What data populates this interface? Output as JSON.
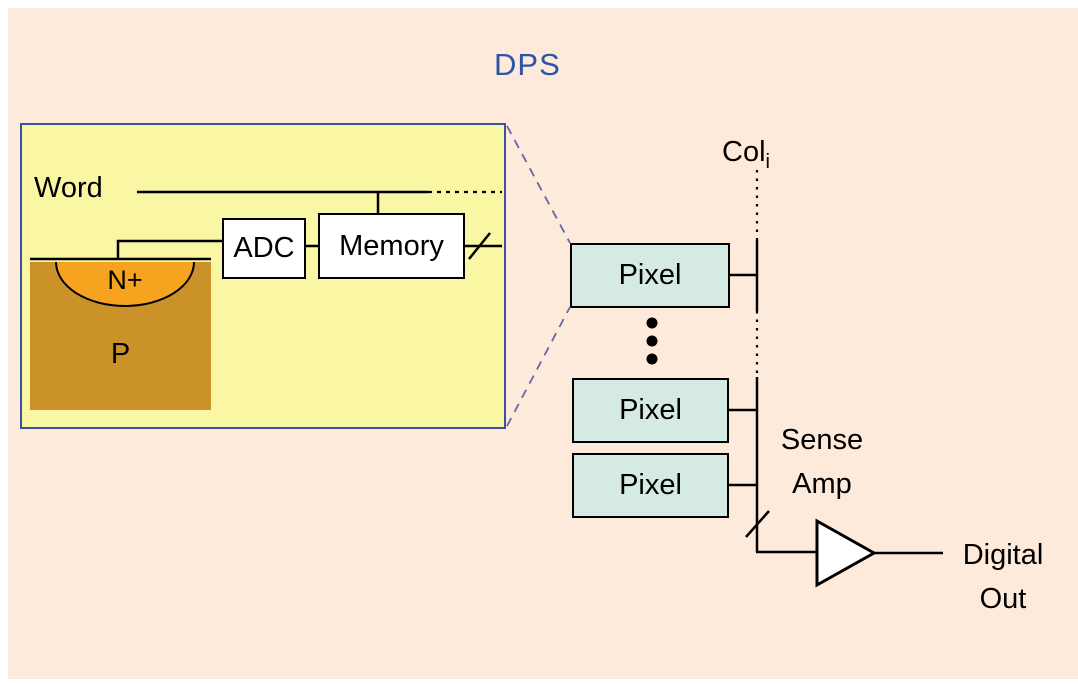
{
  "title": "DPS",
  "inset": {
    "word_label": "Word",
    "adc_label": "ADC",
    "memory_label": "Memory",
    "nplus_label": "N+",
    "p_label": "P"
  },
  "array": {
    "col_label": "Col",
    "col_subscript": "i",
    "pixels": [
      {
        "label": "Pixel"
      },
      {
        "label": "Pixel"
      },
      {
        "label": "Pixel"
      }
    ],
    "sense_amp_line1": "Sense",
    "sense_amp_line2": "Amp",
    "digital_out_line1": "Digital",
    "digital_out_line2": "Out"
  },
  "colors": {
    "background": "#fdeada",
    "inset_fill": "#f9f7a3",
    "inset_border": "#3d4fa1",
    "callout_line": "#6666aa",
    "nplus_fill": "#f6a41f",
    "p_fill": "#cb9229",
    "pixel_fill": "#d6eae4",
    "title_color": "#2b55a7",
    "line": "#000000"
  }
}
